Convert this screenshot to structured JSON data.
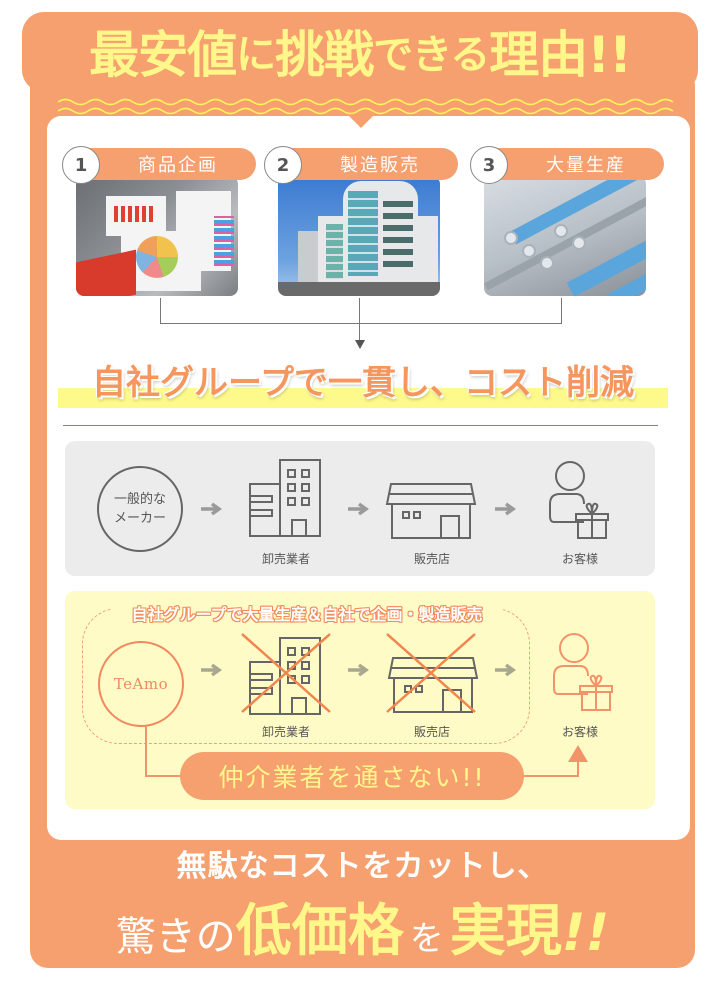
{
  "header": {
    "title_parts": [
      "最安値",
      "に",
      "挑戦",
      "できる",
      "理由!!"
    ]
  },
  "steps": [
    {
      "number": "1",
      "label": "商品企画",
      "image": "business-meeting-charts-photo"
    },
    {
      "number": "2",
      "label": "製造販売",
      "image": "office-building-photo"
    },
    {
      "number": "3",
      "label": "大量生産",
      "image": "contact-lens-factory-photo"
    }
  ],
  "headline": "自社グループで一貫し、コスト削減",
  "general_flow": {
    "maker_line1": "一般的な",
    "maker_line2": "メーカー",
    "nodes": [
      {
        "label": "卸売業者",
        "icon": "office-building-icon"
      },
      {
        "label": "販売店",
        "icon": "store-icon"
      },
      {
        "label": "お客様",
        "icon": "customer-gift-icon"
      }
    ]
  },
  "teamo_flow": {
    "subtitle": "自社グループで大量生産＆自社で企画・製造販売",
    "brand": "TeAmo",
    "nodes": [
      {
        "label": "卸売業者",
        "icon": "office-building-crossed-icon"
      },
      {
        "label": "販売店",
        "icon": "store-crossed-icon"
      },
      {
        "label": "お客様",
        "icon": "customer-gift-icon"
      }
    ],
    "pill": "仲介業者を通さない!!"
  },
  "bottom": {
    "line1": "無駄なコストをカットし、",
    "line2_parts": [
      "驚きの",
      "低価格",
      "を",
      "実現",
      "!!"
    ]
  },
  "colors": {
    "orange": "#f5a06e",
    "yellow_text": "#fff78a",
    "yellow_bg": "#fffbc6",
    "gray_bg": "#ececec",
    "icon_gray": "#666666",
    "cross_orange": "#f2844e"
  }
}
